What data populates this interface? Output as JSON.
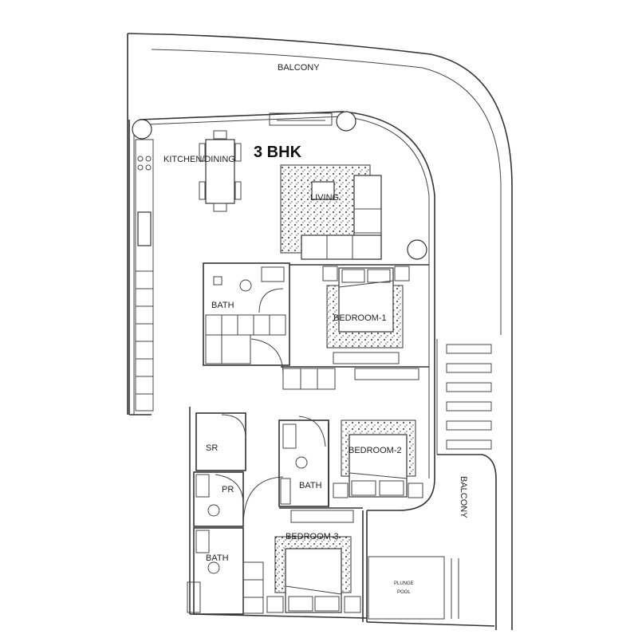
{
  "title": "3 BHK",
  "rooms": {
    "balcony_top": "BALCONY",
    "kitchen_dining": "KITCHEN/DINING",
    "living": "LIVING",
    "bath_1": "BATH",
    "bedroom_1": "BEDROOM-1",
    "sr": "SR",
    "pr": "PR",
    "bath_2": "BATH",
    "bedroom_2": "BEDROOM-2",
    "bedroom_3": "BEDROOM-3",
    "bath_3": "BATH",
    "plunge_pool_1": "PLUNGE",
    "plunge_pool_2": "POOL",
    "balcony_side": "BALCONY"
  },
  "colors": {
    "line": "#333333",
    "background": "#ffffff"
  }
}
